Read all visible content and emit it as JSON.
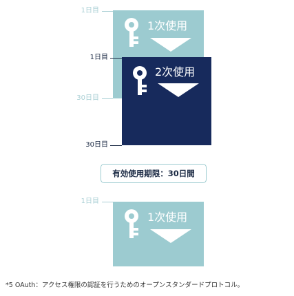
{
  "top_group": {
    "first_token": {
      "label": "1次使用",
      "start_label": "1日目",
      "end_label": "30日目"
    },
    "second_token": {
      "label": "2次使用",
      "start_label": "1日目",
      "end_label": "30日目"
    }
  },
  "validity_box": {
    "text": "有効使用期限：30日間"
  },
  "bottom_group": {
    "token": {
      "label": "1次使用",
      "start_label": "1日目"
    }
  },
  "footnote": {
    "text": "*5 OAuth：アクセス権限の認証を行うためのオープンスタンダードプロトコル。"
  },
  "colors": {
    "primary_token": "#9ccbd0",
    "secondary_token": "#172a5c",
    "icon": "#ffffff"
  },
  "icons": [
    "key-icon",
    "down-arrow-icon"
  ]
}
